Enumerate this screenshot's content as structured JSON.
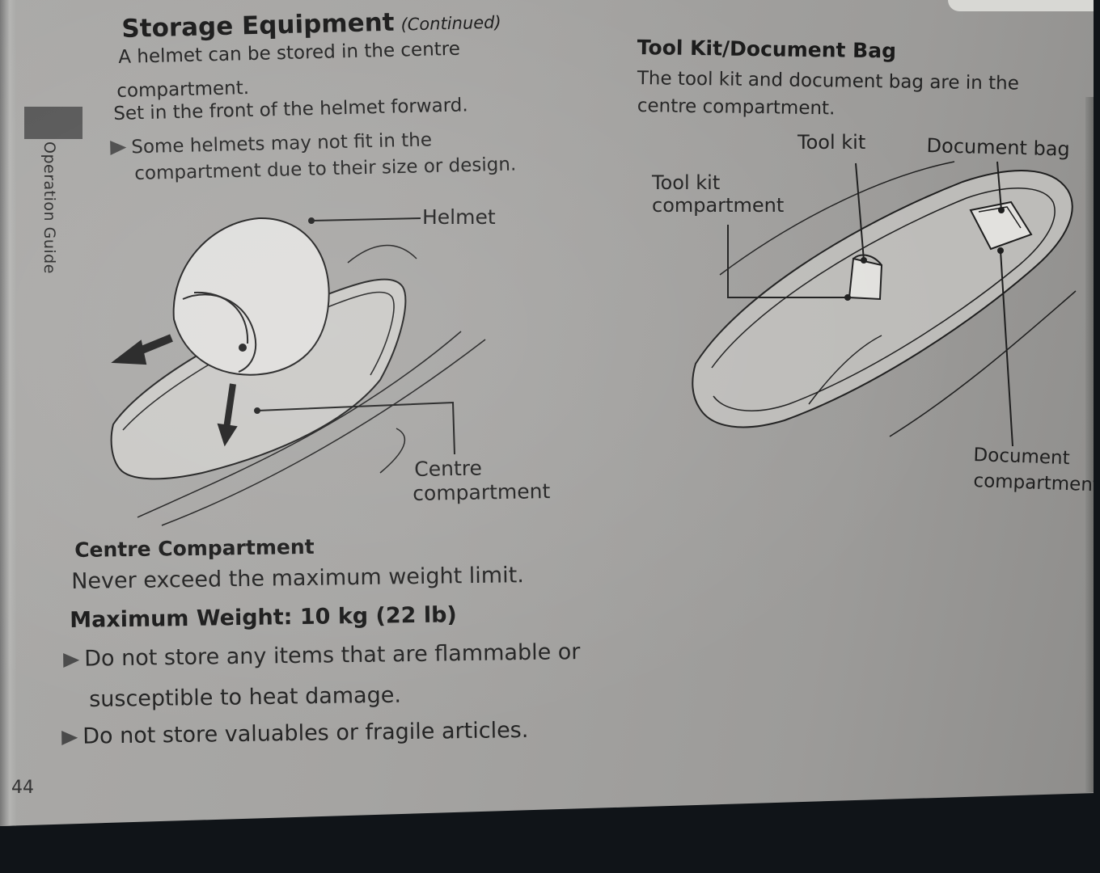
{
  "page": {
    "number": "44",
    "side_tab": "Operation Guide"
  },
  "storage": {
    "title": "Storage Equipment",
    "title_suffix": "(Continued)",
    "lines": [
      "A helmet can be stored in the centre",
      "compartment.",
      "Set in the front of the helmet forward."
    ],
    "note_lines": [
      "Some helmets may not fit in the",
      "compartment due to their size or design."
    ],
    "figure_labels": {
      "helmet": "Helmet",
      "centre_compartment_1": "Centre",
      "centre_compartment_2": "compartment"
    }
  },
  "toolkit": {
    "title": "Tool Kit/Document Bag",
    "lines": [
      "The tool kit and document bag are in the",
      "centre compartment."
    ],
    "figure_labels": {
      "tool_kit": "Tool kit",
      "document_bag": "Document bag",
      "tool_kit_compartment_1": "Tool kit",
      "tool_kit_compartment_2": "compartment",
      "document_compartment_1": "Document",
      "document_compartment_2": "compartment"
    }
  },
  "centre": {
    "title": "Centre Compartment",
    "line": "Never exceed the maximum weight limit.",
    "max_weight": "Maximum Weight: 10 kg (22 lb)",
    "notes": [
      "Do not store any items that are flammable or",
      "susceptible to heat damage.",
      "Do not store valuables or fragile articles."
    ]
  },
  "colors": {
    "paper": "#a5a4a2",
    "ink": "#1d1d1d",
    "tab": "#575757"
  }
}
